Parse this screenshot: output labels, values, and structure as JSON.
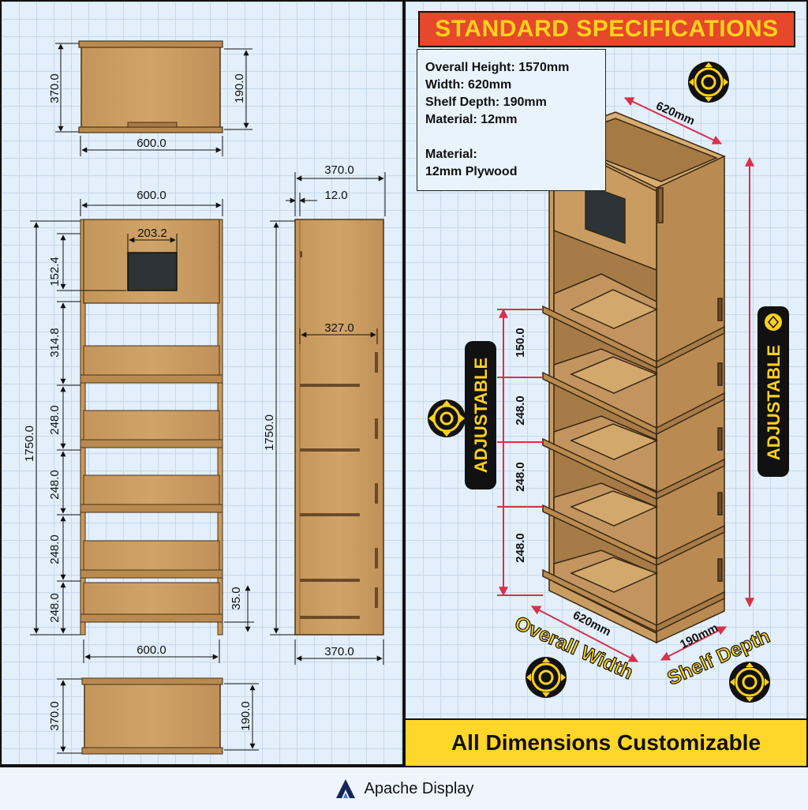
{
  "left": {
    "top_view": {
      "width": "600.0",
      "depth": "370.0",
      "inner_depth": "190.0"
    },
    "front_view": {
      "width_top": "600.0",
      "window_width": "203.2",
      "window_height": "152.4",
      "gap": "314.8",
      "shelf_spacing": [
        "248.0",
        "248.0",
        "248.0",
        "248.0"
      ],
      "bottom_offset": "35.0",
      "height": "1750.0",
      "width_bottom": "600.0"
    },
    "side_view": {
      "depth_top": "370.0",
      "thickness": "12.0",
      "inner": "327.0",
      "height": "1750.0",
      "depth_bottom": "370.0"
    },
    "bottom_view": {
      "width": "600.0",
      "depth": "370.0",
      "inner_depth": "190.0"
    }
  },
  "specs": {
    "title": "STANDARD SPECIFICATIONS",
    "lines": [
      "Overall Height: 1570mm",
      "Width: 620mm",
      "Shelf Depth: 190mm",
      "Material: 12mm"
    ],
    "material_label": "Material:",
    "material_value": "12mm Plywood"
  },
  "iso": {
    "top_width": "620mm",
    "left_dims": [
      "150.0",
      "248.0",
      "248.0",
      "248.0"
    ],
    "adjustable_left": "ADJUSTABLE",
    "adjustable_right": "ADJUSTABLE",
    "bottom_width": "620mm",
    "overall_width": "Overall Width",
    "bottom_depth": "190mm",
    "shelf_depth": "Shelf Depth"
  },
  "banner": "All Dimensions Customizable",
  "brand": "Apache Display",
  "colors": {
    "wood": "#c79a5a",
    "wood_dark": "#8a6132",
    "accent_red": "#e5482b",
    "accent_yellow": "#ffd62a",
    "dim_red": "#d9304a"
  }
}
